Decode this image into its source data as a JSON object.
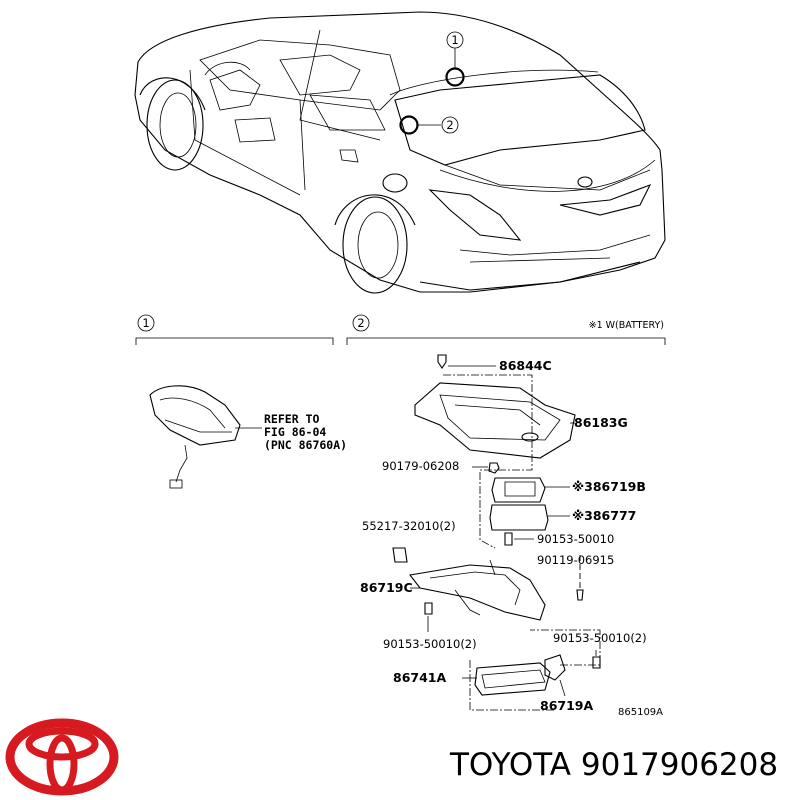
{
  "callouts": {
    "top_marker_1": "1",
    "top_marker_2": "2",
    "section_1": "1",
    "section_2": "2"
  },
  "section_note": "※1 W(BATTERY)",
  "refer_note": {
    "line1": "REFER TO",
    "line2": "FIG 86-04",
    "line3": "(PNC 86760A)"
  },
  "parts": {
    "p86844C": "86844C",
    "p86183G": "86183G",
    "p90179_06208": "90179-06208",
    "p86719B": "※386719B",
    "p86777": "※386777",
    "p90153_50010_a": "90153-50010",
    "p55217_32010": "55217-32010(2)",
    "p90119_06915": "90119-06915",
    "p86719C": "86719C",
    "p90153_50010_b": "90153-50010(2)",
    "p90153_50010_c": "90153-50010(2)",
    "p86741A": "86741A",
    "p86719A": "86719A"
  },
  "figure_code": "865109A",
  "brand": {
    "caption": "TOYOTA 9017906208",
    "logo_color": "#d71920"
  }
}
